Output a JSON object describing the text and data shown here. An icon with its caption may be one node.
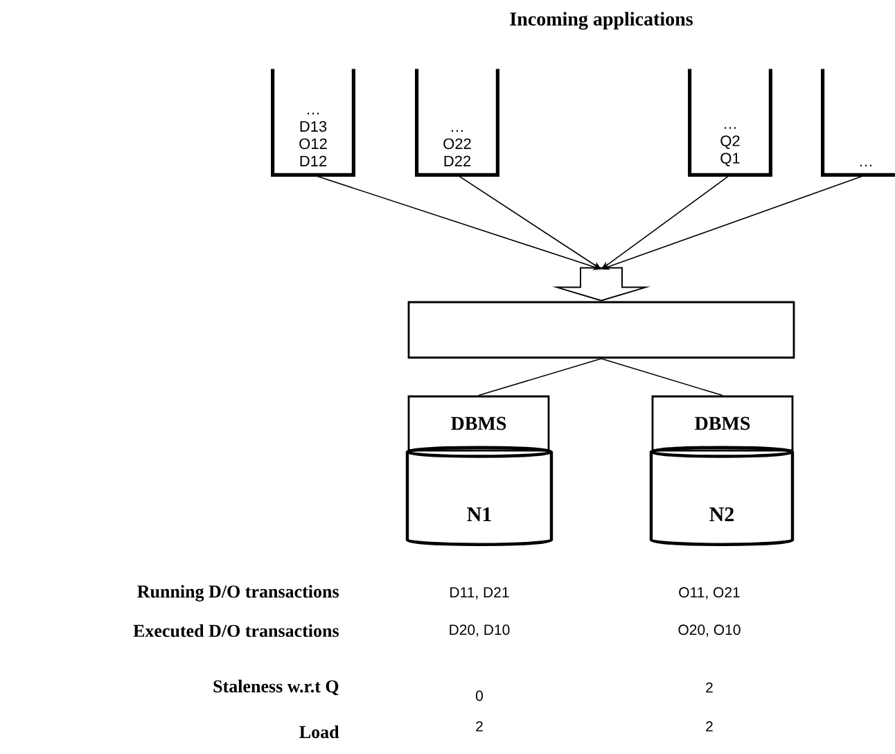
{
  "diagram": {
    "title": "Incoming applications",
    "nodes": [
      {
        "text": [
          "…",
          "D13",
          "O12",
          "D12"
        ]
      },
      {
        "text": [
          "…",
          "O22",
          "D22"
        ]
      },
      {
        "text": [
          "…",
          "Q2",
          "Q1"
        ]
      },
      {
        "text": [
          "…"
        ]
      },
      {
        "text": [],
        "shape": "box"
      },
      {
        "text": [
          "DBMS"
        ]
      },
      {
        "text": [
          "N1"
        ]
      },
      {
        "text": [
          "DBMS"
        ]
      },
      {
        "text": [
          "N2"
        ]
      }
    ],
    "edges": [
      {
        "from": 0,
        "to": 4,
        "arrow": "to"
      },
      {
        "from": 1,
        "to": 4,
        "arrow": "to"
      },
      {
        "from": 2,
        "to": 4,
        "arrow": "to"
      },
      {
        "from": 3,
        "to": 4,
        "arrow": "to"
      },
      {
        "from": null,
        "to": 4,
        "arrow": "to"
      },
      {
        "from": 4,
        "to": 5,
        "arrow": "none"
      },
      {
        "from": 4,
        "to": 7,
        "arrow": "none"
      }
    ],
    "labels": [
      "Running D/O transactions",
      "D11, D21",
      "O11, O21",
      "Executed D/O transactions",
      "D20, D10",
      "O20, O10",
      "Staleness w.r.t Q",
      "0",
      "2",
      "Load",
      "2",
      "2"
    ]
  }
}
